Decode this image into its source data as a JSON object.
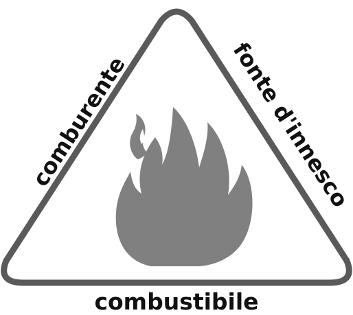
{
  "diagram": {
    "left_side_label": "comburente",
    "right_side_label": "fonte d'innesco",
    "base_label": "combustibile",
    "center_icon": "flame-icon"
  },
  "colors": {
    "outline": "#5a5a5a",
    "flame": "#808080",
    "text": "#111111",
    "background": "#ffffff"
  }
}
